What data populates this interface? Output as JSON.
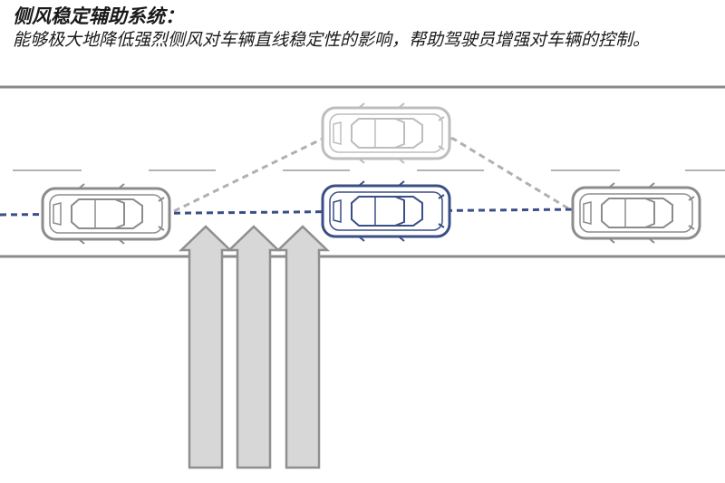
{
  "header": {
    "title": "侧风稳定辅助系统：",
    "description": "能够极大地降低强烈侧风对车辆直线稳定性的影响，帮助驾驶员增强对车辆的控制。"
  },
  "colors": {
    "road_edge": "#8a8a8a",
    "lane_dash": "#9a9a9a",
    "car_gray": "#8c8c8c",
    "car_ghost": "#bdbdbd",
    "car_blue": "#3a4f86",
    "path_blue": "#3a4f86",
    "path_gray": "#b0b0b0",
    "arrow_fill": "#d7d7d7",
    "arrow_stroke": "#8f8f8f"
  },
  "diagram": {
    "elements": [
      "road",
      "car-start",
      "car-drift-without-assist",
      "car-stable-with-assist",
      "car-end",
      "crosswind-arrows"
    ]
  }
}
